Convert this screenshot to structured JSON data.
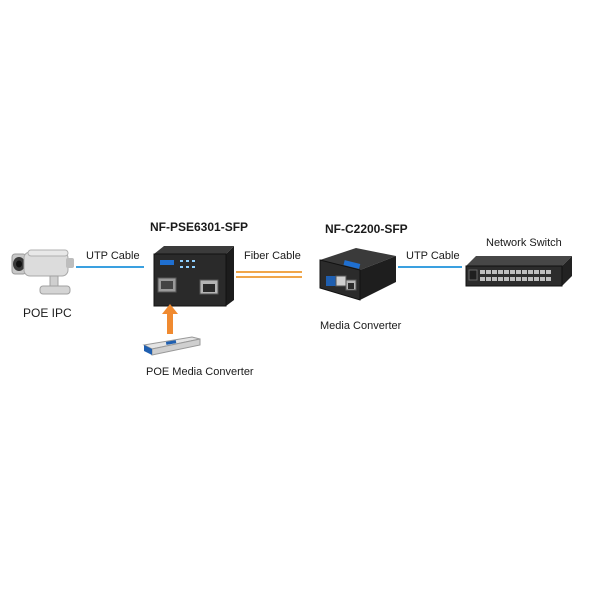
{
  "devices": {
    "camera": {
      "label": "POE IPC",
      "icon": "ip-camera-icon"
    },
    "poe_converter": {
      "model": "NF-PSE6301-SFP",
      "icon": "media-converter-icon"
    },
    "sfp_module": {
      "label": "POE Media Converter",
      "icon": "sfp-module-icon"
    },
    "media_converter": {
      "model": "NF-C2200-SFP",
      "label": "Media Converter",
      "icon": "media-converter-icon"
    },
    "switch": {
      "label": "Network Switch",
      "icon": "network-switch-icon"
    }
  },
  "links": [
    {
      "label": "UTP Cable",
      "color": "#3aa0e0"
    },
    {
      "label": "Fiber Cable",
      "color": "#f0a64a"
    },
    {
      "label": "UTP Cable",
      "color": "#3aa0e0"
    }
  ],
  "arrow": {
    "color": "#f08a30",
    "icon": "arrow-up-icon"
  }
}
